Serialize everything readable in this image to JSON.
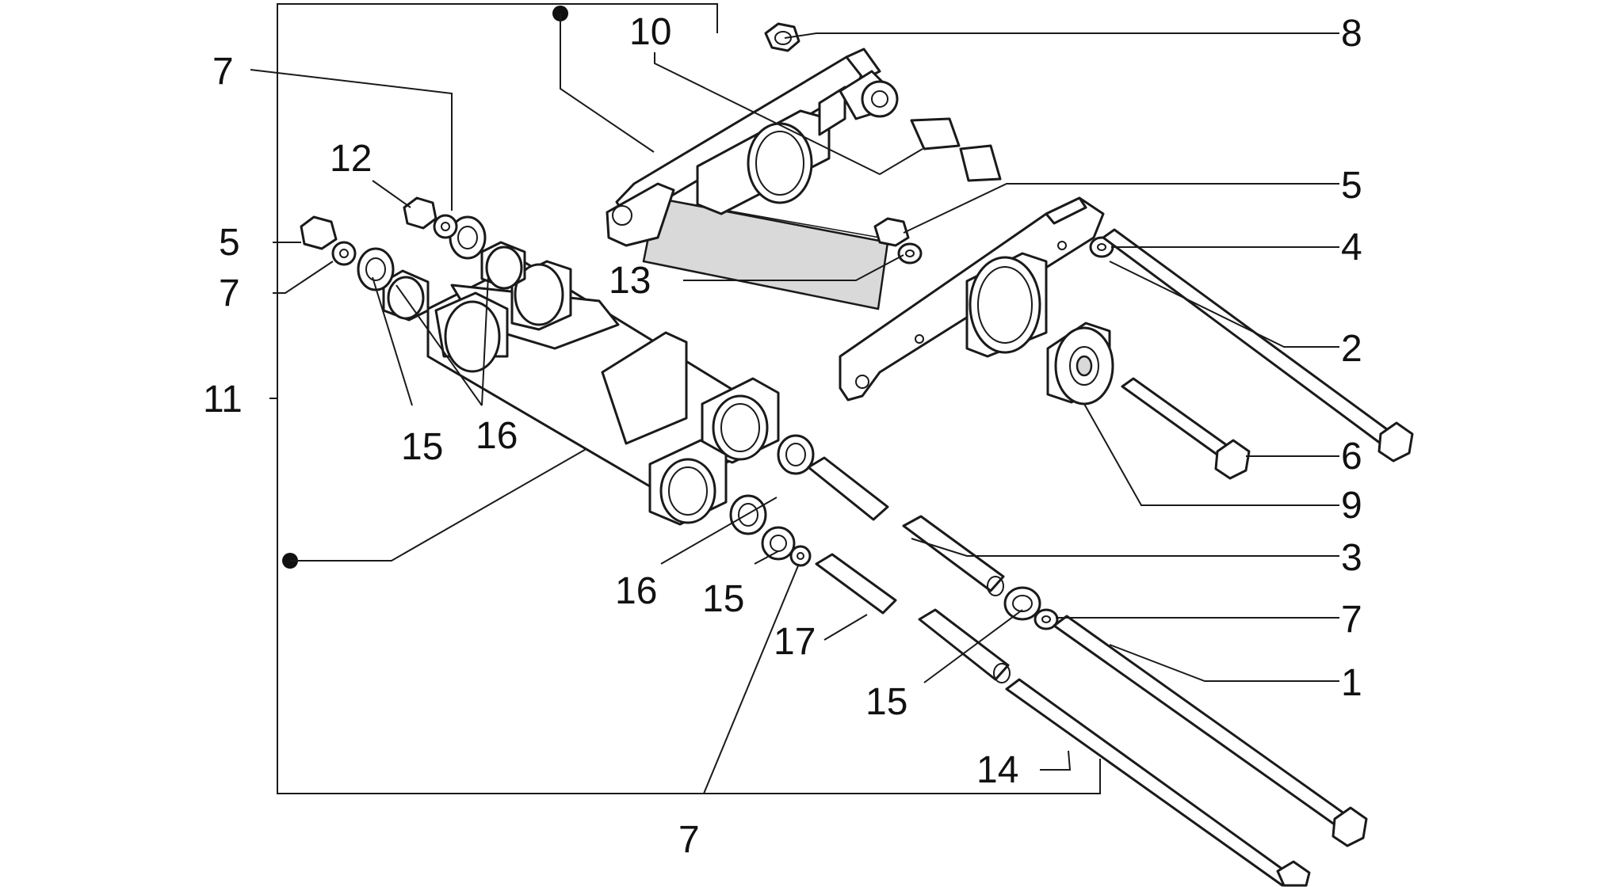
{
  "callouts": [
    {
      "id": "c-7-top-left",
      "text": "7"
    },
    {
      "id": "c-12",
      "text": "12"
    },
    {
      "id": "c-5-left",
      "text": "5"
    },
    {
      "id": "c-7-left",
      "text": "7"
    },
    {
      "id": "c-11",
      "text": "11"
    },
    {
      "id": "c-15-left",
      "text": "15"
    },
    {
      "id": "c-16-upper",
      "text": "16"
    },
    {
      "id": "c-10",
      "text": "10"
    },
    {
      "id": "c-8",
      "text": "8"
    },
    {
      "id": "c-5-right",
      "text": "5"
    },
    {
      "id": "c-13",
      "text": "13"
    },
    {
      "id": "c-4",
      "text": "4"
    },
    {
      "id": "c-2",
      "text": "2"
    },
    {
      "id": "c-6",
      "text": "6"
    },
    {
      "id": "c-9",
      "text": "9"
    },
    {
      "id": "c-3",
      "text": "3"
    },
    {
      "id": "c-7-right",
      "text": "7"
    },
    {
      "id": "c-1",
      "text": "1"
    },
    {
      "id": "c-16-lower",
      "text": "16"
    },
    {
      "id": "c-15-lower",
      "text": "15"
    },
    {
      "id": "c-17",
      "text": "17"
    },
    {
      "id": "c-15-bottom",
      "text": "15"
    },
    {
      "id": "c-14",
      "text": "14"
    },
    {
      "id": "c-7-bottom",
      "text": "7"
    }
  ]
}
